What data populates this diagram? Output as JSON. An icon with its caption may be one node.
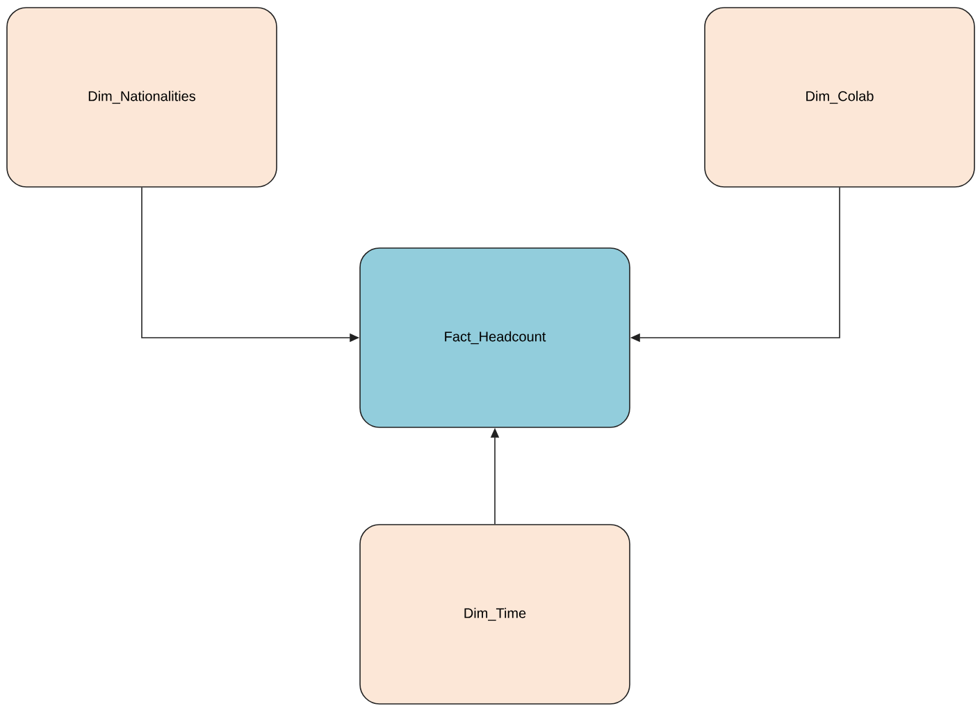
{
  "diagram": {
    "nodes": [
      {
        "text": [
          "Dim_Nationalities"
        ]
      },
      {
        "text": [
          "Dim_Colab"
        ]
      },
      {
        "text": [
          "Fact_Headcount"
        ]
      },
      {
        "text": [
          "Dim_Time"
        ]
      }
    ],
    "edges": [
      {
        "from": 0,
        "to": 2,
        "arrow": "to"
      },
      {
        "from": 1,
        "to": 2,
        "arrow": "to"
      },
      {
        "from": 3,
        "to": 2,
        "arrow": "to"
      }
    ]
  }
}
